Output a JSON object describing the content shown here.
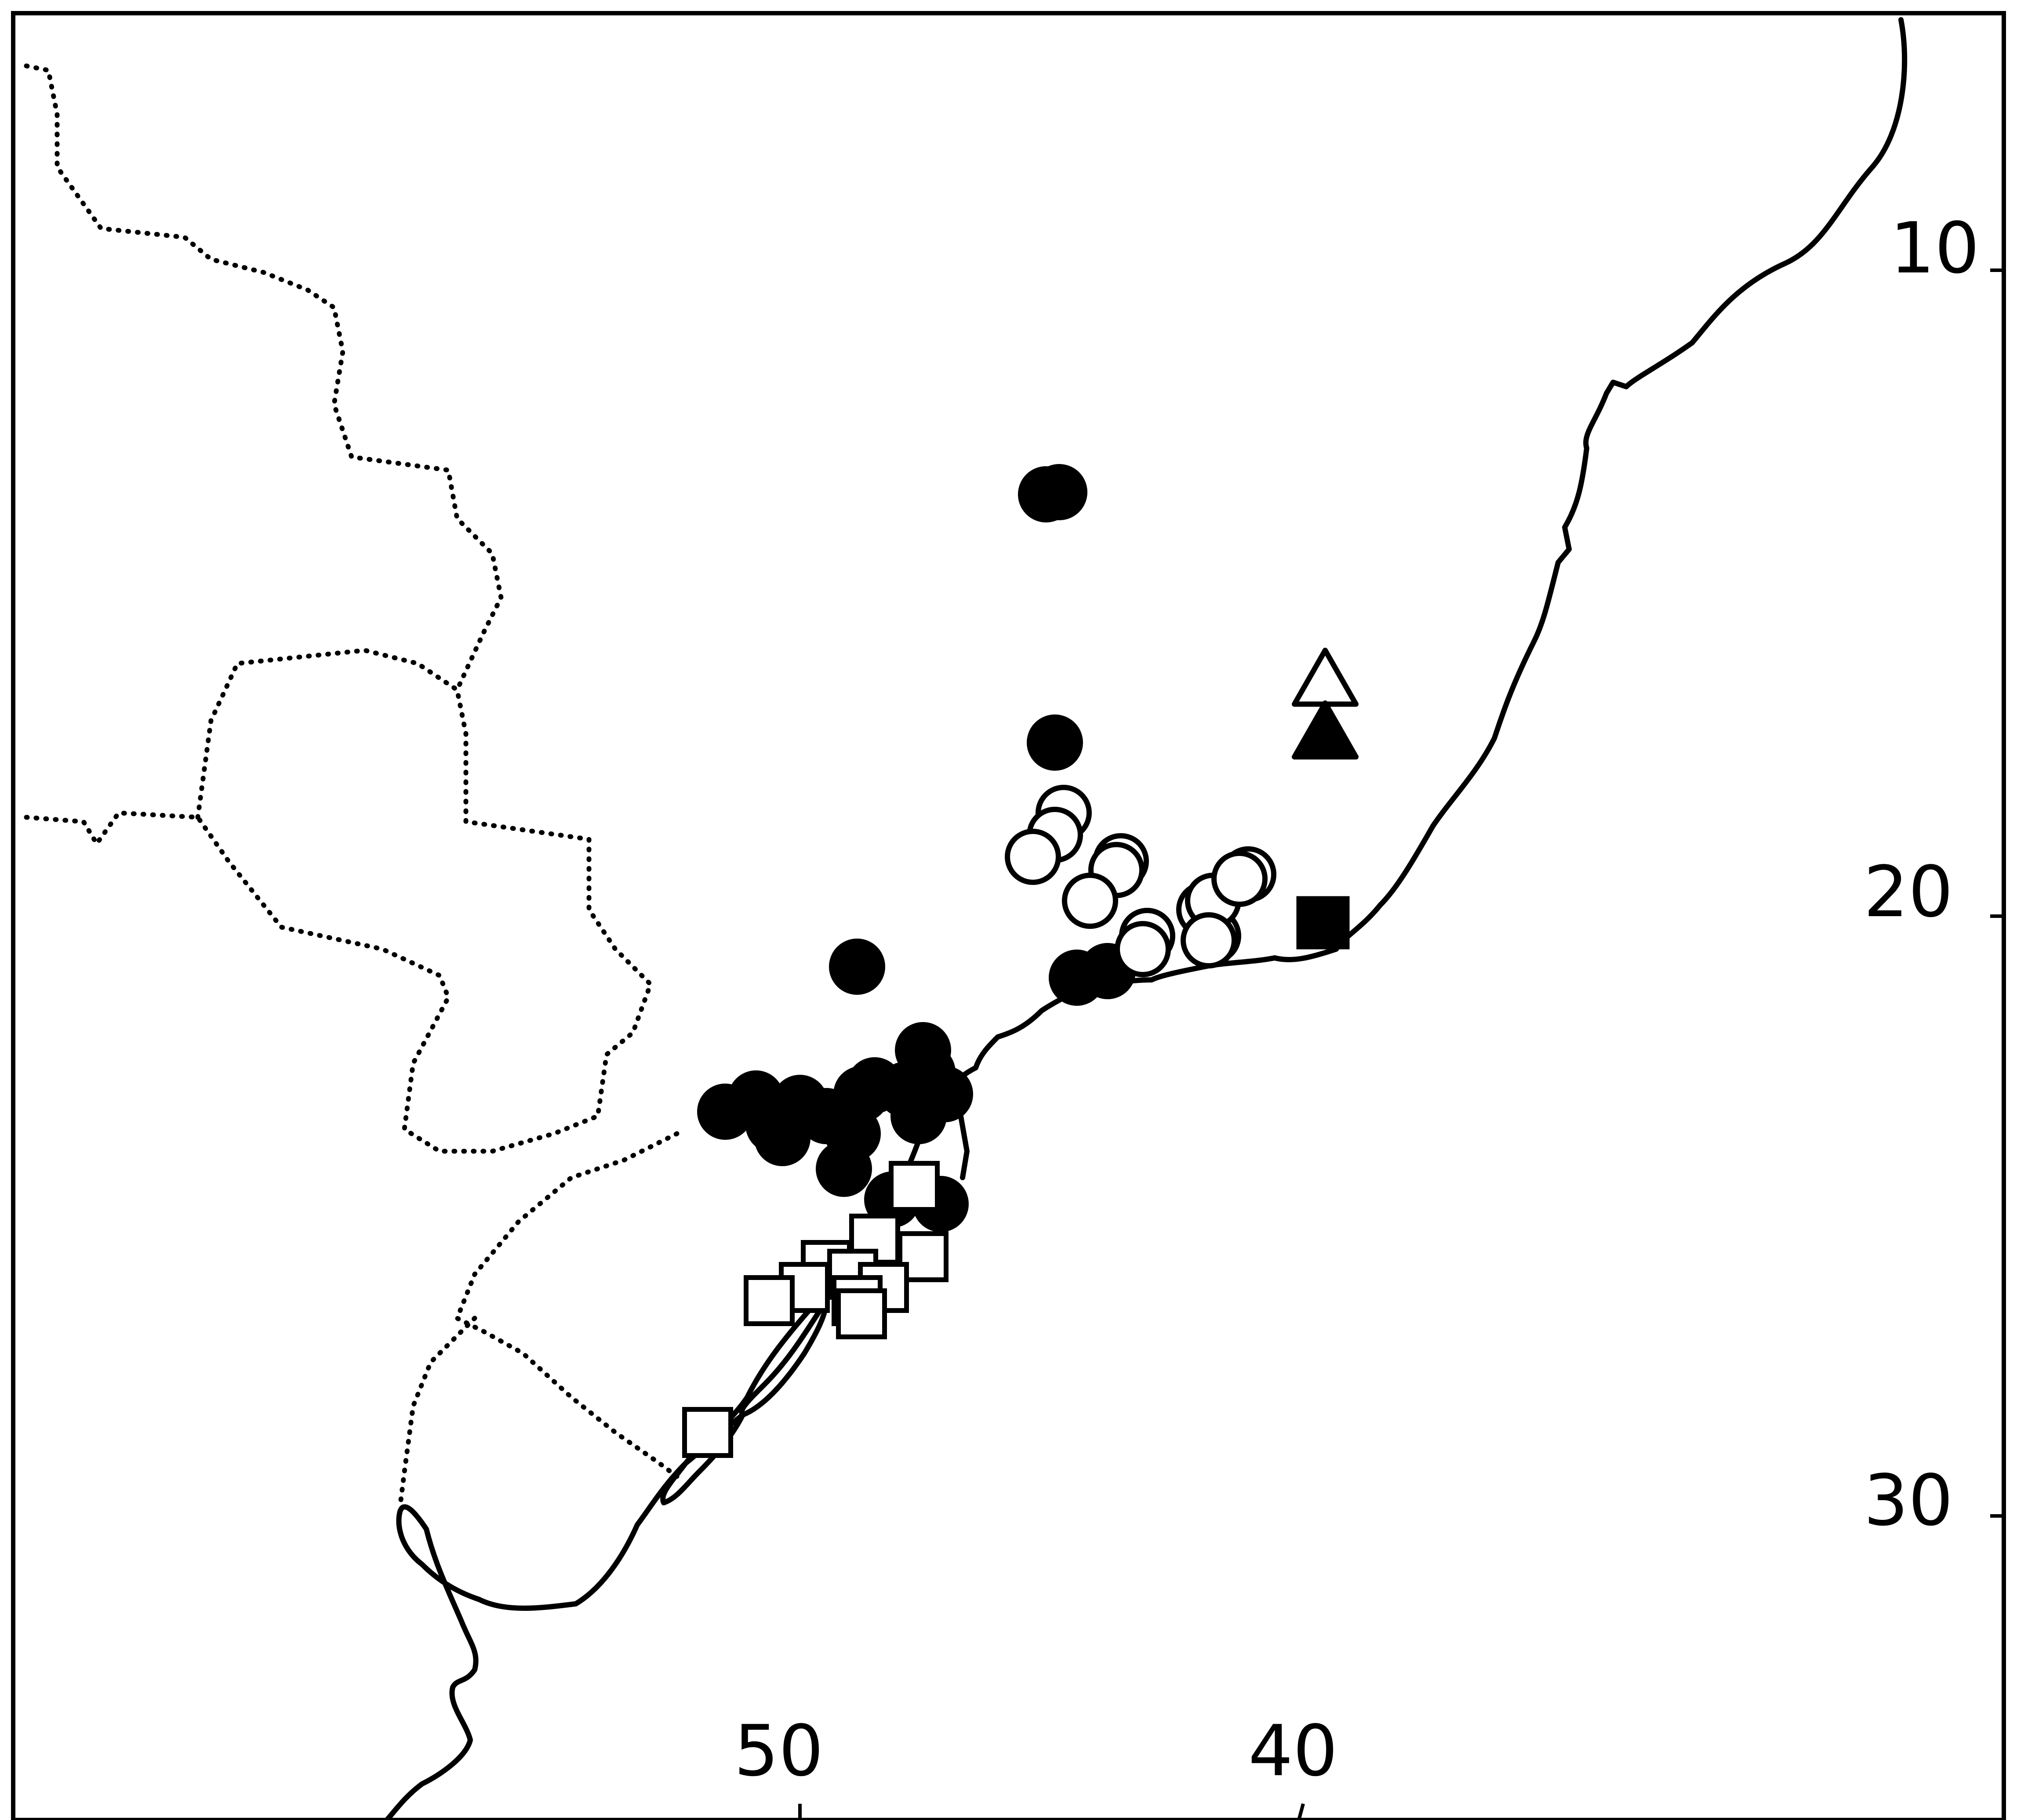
{
  "map": {
    "tick_labels": {
      "lon": [
        "50",
        "40"
      ],
      "lat": [
        "10",
        "20",
        "30"
      ]
    },
    "marker_styles": {
      "filled_circle": "#000000",
      "open_circle": "#ffffff",
      "open_square": "#ffffff",
      "filled_square": "#000000",
      "open_triangle": "#ffffff",
      "filled_triangle": "#000000"
    }
  }
}
